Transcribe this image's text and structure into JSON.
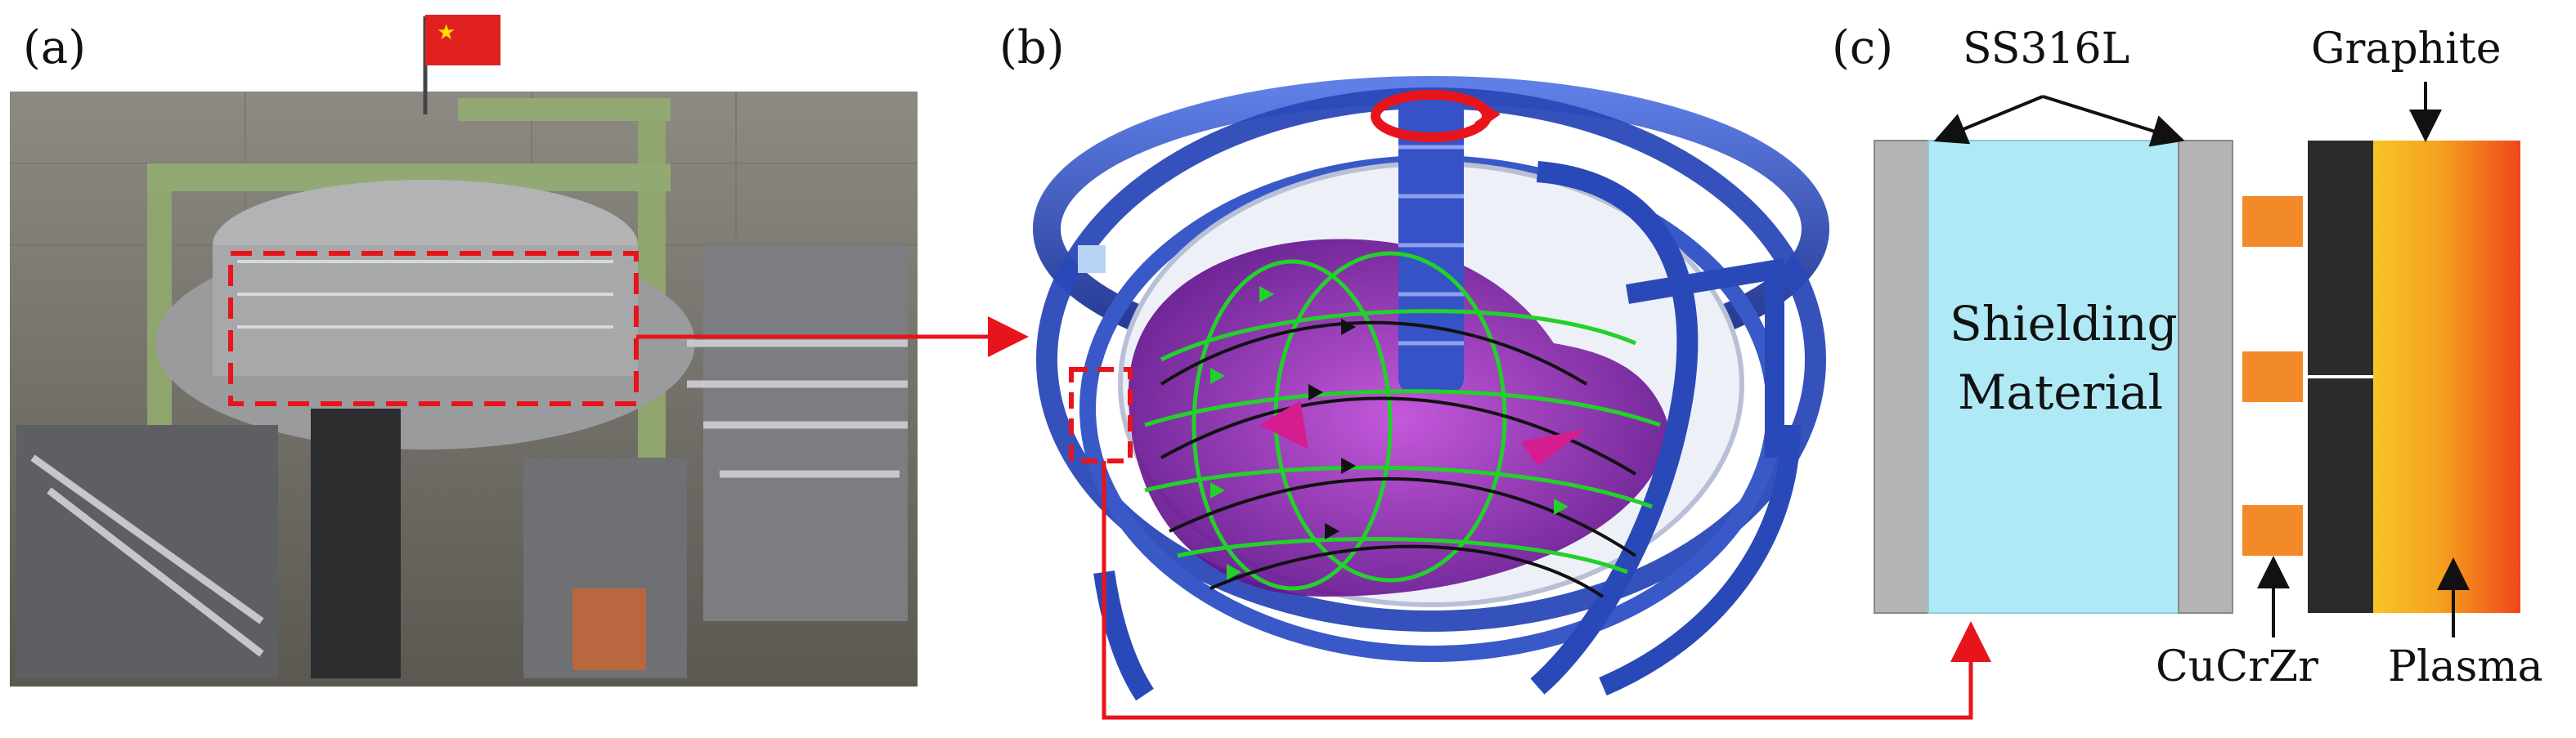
{
  "panels": {
    "a": "(a)",
    "b": "(b)",
    "c": "(c)"
  },
  "labels": {
    "ss316l": "SS316L",
    "graphite": "Graphite",
    "shielding_line1": "Shielding",
    "shielding_line2": "Material",
    "cucrzr": "CuCrZr",
    "plasma": "Plasma"
  },
  "colors": {
    "highlight": "#e8141c",
    "steel": "#b4b4b4",
    "shielding": "#aee9f5",
    "cucrzr": "#f28a2a",
    "graphite": "#2b2b2b",
    "plasma_start": "#f7c424",
    "plasma_end": "#f0461a",
    "coil": "#2a49b8",
    "vessel": "#7a1fa8",
    "field_green": "#22d12a"
  }
}
